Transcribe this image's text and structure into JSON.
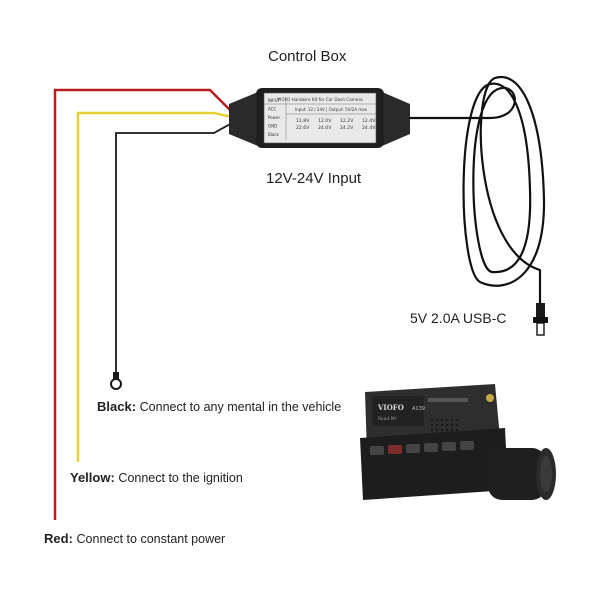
{
  "labels": {
    "control_box": "Control Box",
    "input": "12V-24V Input",
    "output": "5V 2.0A USB-C"
  },
  "wires": [
    {
      "id": "black",
      "name": "Black:",
      "description": "Connect to any mental in the vehicle",
      "color": "#1a1a1a"
    },
    {
      "id": "yellow",
      "name": "Yellow:",
      "description": "Connect to the ignition",
      "color": "#e6d13a"
    },
    {
      "id": "red",
      "name": "Red:",
      "description": "Connect to constant power",
      "color": "#b81e1e"
    }
  ],
  "control_box_print": {
    "header": "VIOFO Hardwire Kit for Car Dash Camera",
    "input": "Input: 12 / 24V | Output: 5V/2A max",
    "rows": [
      [
        "11.8V",
        "12.0V",
        "12.2V",
        "12.4V"
      ],
      [
        "22.6V",
        "24.0V",
        "24.2V",
        "24.4V"
      ]
    ],
    "side": [
      "INPUT",
      "ACC",
      "Power",
      "GND",
      "Black"
    ]
  },
  "camera": {
    "brand": "VIOFO",
    "model": "A139",
    "sub": "Road Mr"
  },
  "icons": {
    "fork-terminal": "ring-terminal-icon",
    "usb-c": "usb-c-plug-icon"
  }
}
